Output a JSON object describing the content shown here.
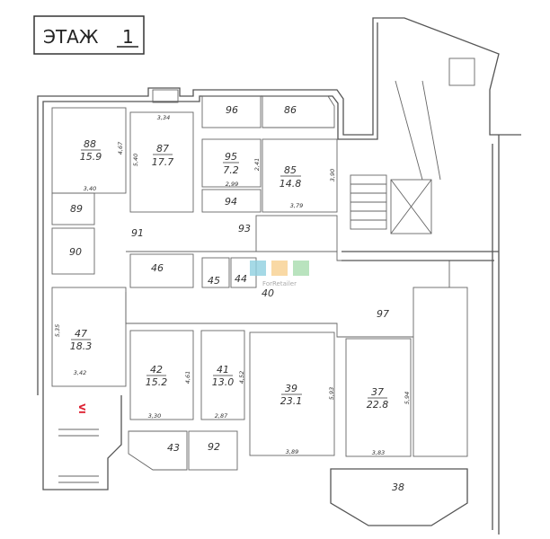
{
  "title": {
    "label": "ЭТАЖ",
    "floor": "1"
  },
  "rooms": {
    "r88": {
      "num": "88",
      "area": "15.9"
    },
    "r87": {
      "num": "87",
      "area": "17.7"
    },
    "r96": {
      "num": "96"
    },
    "r86": {
      "num": "86"
    },
    "r95": {
      "num": "95",
      "area": "7.2"
    },
    "r85": {
      "num": "85",
      "area": "14.8"
    },
    "r94": {
      "num": "94"
    },
    "r89": {
      "num": "89"
    },
    "r90": {
      "num": "90"
    },
    "r91": {
      "num": "91"
    },
    "r93": {
      "num": "93"
    },
    "r46": {
      "num": "46"
    },
    "r45": {
      "num": "45"
    },
    "r44": {
      "num": "44"
    },
    "r40": {
      "num": "40"
    },
    "r97": {
      "num": "97"
    },
    "r47": {
      "num": "47",
      "area": "18.3"
    },
    "r42": {
      "num": "42",
      "area": "15.2"
    },
    "r41": {
      "num": "41",
      "area": "13.0"
    },
    "r39": {
      "num": "39",
      "area": "23.1"
    },
    "r37": {
      "num": "37",
      "area": "22.8"
    },
    "r43": {
      "num": "43"
    },
    "r92": {
      "num": "92"
    },
    "r38": {
      "num": "38"
    }
  },
  "dims": {
    "d88v": "4,67",
    "d88h": "3,40",
    "d87v": "5,40",
    "d87h": "3,34",
    "d95v": "2,41",
    "d95h": "2,99",
    "d85v": "3,90",
    "d85h": "3,79",
    "d47v": "5,35",
    "d47h": "3,42",
    "d42v": "4,61",
    "d42h": "3,30",
    "d41v": "4,52",
    "d41h": "2,87",
    "d39v": "5,93",
    "d39h": "3,89",
    "d37v": "5,94",
    "d37h": "3,83"
  },
  "marker": "VI",
  "watermark": {
    "text": "ForRetailer",
    "colors": [
      "#8ecfe0",
      "#f7cf8e",
      "#a8dcae"
    ]
  }
}
